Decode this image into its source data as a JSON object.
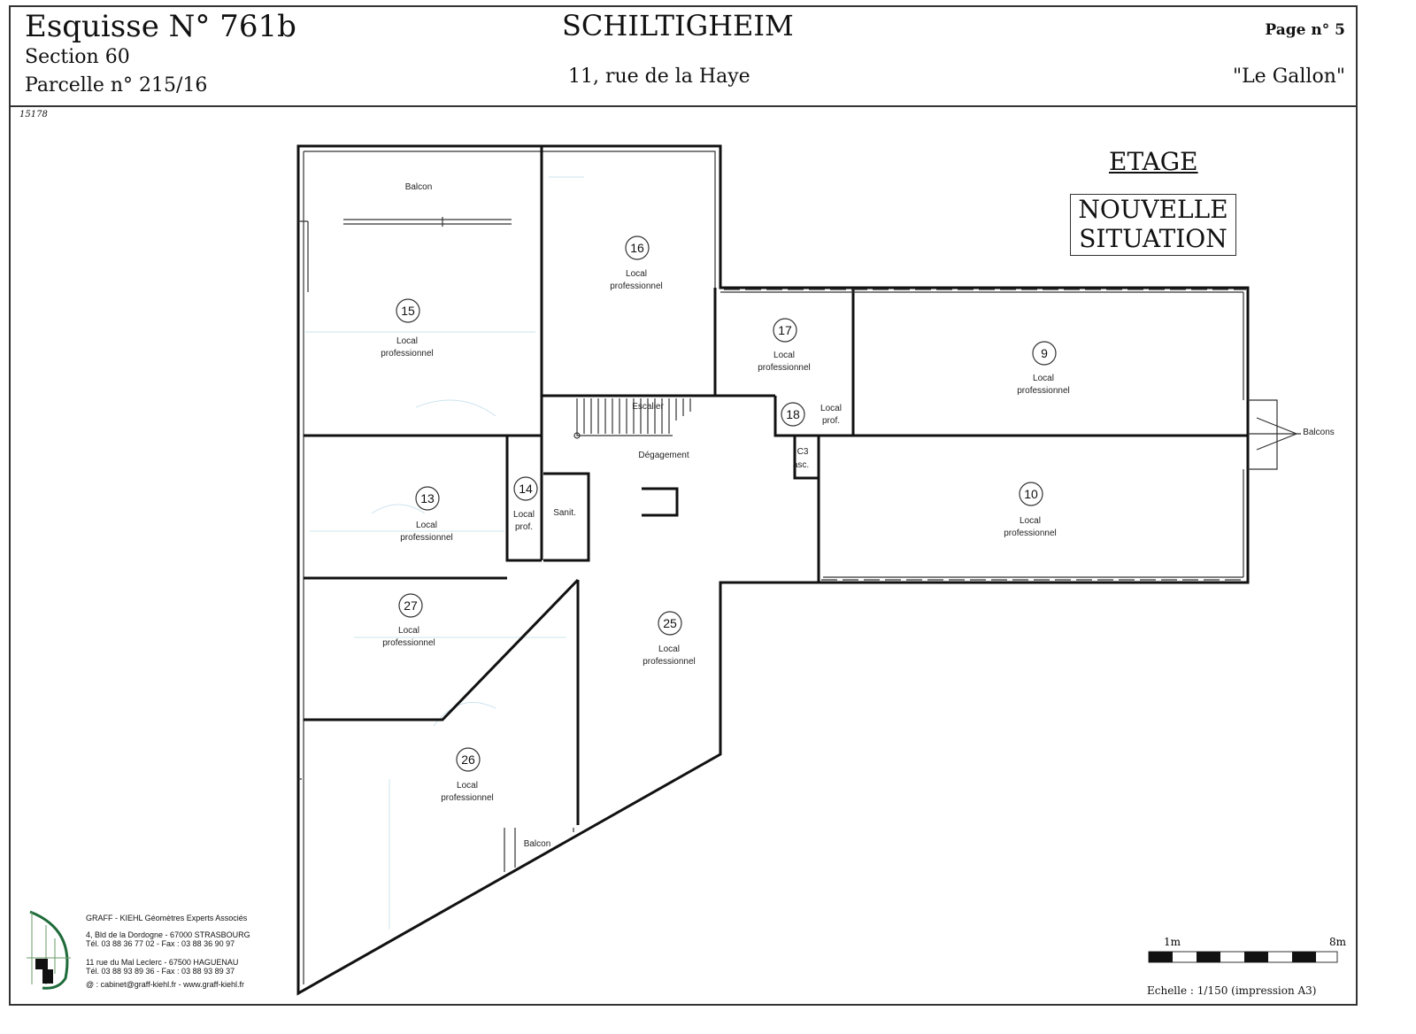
{
  "header": {
    "title": "Esquisse N° 761b",
    "section": "Section 60",
    "parcel": "Parcelle n° 215/16",
    "city": "SCHILTIGHEIM",
    "address": "11, rue de la Haye",
    "page": "Page n° 5",
    "name": "\"Le Gallon\"",
    "ref": "15178"
  },
  "plan": {
    "level": "ETAGE",
    "status_line1": "NOUVELLE",
    "status_line2": "SITUATION",
    "rooms": [
      {
        "num": "15",
        "l1": "Local",
        "l2": "professionnel"
      },
      {
        "num": "16",
        "l1": "Local",
        "l2": "professionnel"
      },
      {
        "num": "17",
        "l1": "Local",
        "l2": "professionnel"
      },
      {
        "num": "9",
        "l1": "Local",
        "l2": "professionnel"
      },
      {
        "num": "18",
        "l1": "Local",
        "l2": "prof."
      },
      {
        "num": "10",
        "l1": "Local",
        "l2": "professionnel"
      },
      {
        "num": "13",
        "l1": "Local",
        "l2": "professionnel"
      },
      {
        "num": "14",
        "l1": "Local",
        "l2": "prof."
      },
      {
        "num": "27",
        "l1": "Local",
        "l2": "professionnel"
      },
      {
        "num": "25",
        "l1": "Local",
        "l2": "professionnel"
      },
      {
        "num": "26",
        "l1": "Local",
        "l2": "professionnel"
      }
    ],
    "labels": {
      "balcon_top": "Balcon",
      "balcon_bottom": "Balcon",
      "balcons_right": "Balcons",
      "escalier": "Escalier",
      "degagement": "Dégagement",
      "sanit": "Sanit.",
      "c3": "C3",
      "asc": "asc."
    }
  },
  "footer": {
    "company": "GRAFF - KIEHL Géomètres Experts Associés",
    "addr1": "4, Bld de la Dordogne - 67000 STRASBOURG",
    "tel1": "Tél. 03 88 36 77 02 - Fax : 03 88 36 90 97",
    "addr2": "11 rue du Mal Leclerc - 67500 HAGUENAU",
    "tel2": "Tél. 03 88 93 89 36 - Fax : 03 88 93 89 37",
    "contact": "@ : cabinet@graff-kiehl.fr - www.graff-kiehl.fr",
    "scale_start": "1m",
    "scale_end": "8m",
    "scale_text": "Echelle : 1/150 (impression A3)"
  },
  "colors": {
    "logo_green": "#1f6b3a"
  }
}
